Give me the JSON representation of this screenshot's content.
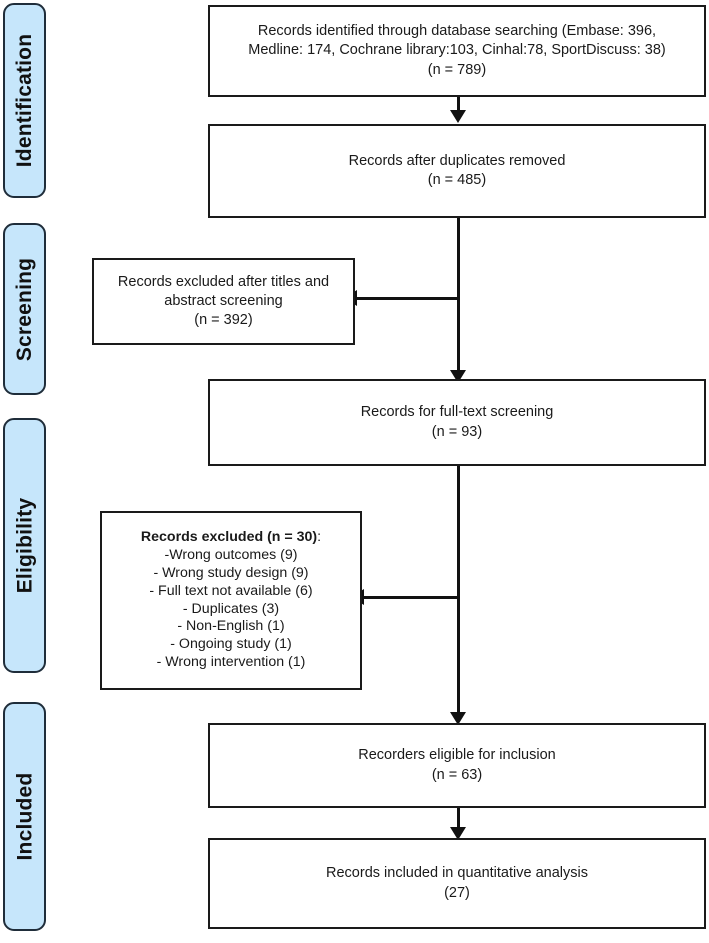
{
  "diagram": {
    "title": "PRISMA study selection flow diagram",
    "type": "prisma-flowchart",
    "colors": {
      "stage_fill": "#c6e6fb",
      "stage_border": "#1f2d3a",
      "box_border": "#1a1a1a",
      "connector": "#111111",
      "page_background": "#ffffff"
    }
  },
  "stages": [
    {
      "label": "Identification"
    },
    {
      "label": "Screening"
    },
    {
      "label": "Eligibility"
    },
    {
      "label": "Included"
    }
  ],
  "boxes": {
    "identified": {
      "text": "Records identified through database searching (Embase: 396,\nMedline: 174, Cochrane library:103, Cinhal:78, SportDiscuss: 38)\n(n = 789)",
      "count": 789,
      "sources": [
        {
          "name": "Embase",
          "count": 396
        },
        {
          "name": "Medline",
          "count": 174
        },
        {
          "name": "Cochrane library",
          "count": 103
        },
        {
          "name": "Cinhal",
          "count": 78
        },
        {
          "name": "SportDiscuss",
          "count": 38
        }
      ]
    },
    "after_duplicates": {
      "text": "Records after duplicates removed\n(n = 485)",
      "count": 485
    },
    "excluded_screening": {
      "text": "Records excluded after titles and\nabstract screening\n(n = 392)",
      "count": 392
    },
    "full_text_screening": {
      "text": "Records for full-text screening\n(n = 93)",
      "count": 93
    },
    "excluded_eligibility": {
      "heading": "Records excluded (n = 30)",
      "heading_suffix": ":",
      "count": 30,
      "reasons": [
        "-Wrong outcomes (9)",
        "- Wrong study design (9)",
        "- Full text not available (6)",
        "- Duplicates (3)",
        "- Non-English (1)",
        "- Ongoing study (1)",
        "- Wrong intervention (1)"
      ]
    },
    "eligible": {
      "text": "Recorders eligible for inclusion\n(n = 63)",
      "count": 63
    },
    "included": {
      "text": "Records included in quantitative analysis\n(27)",
      "count": 27
    }
  }
}
